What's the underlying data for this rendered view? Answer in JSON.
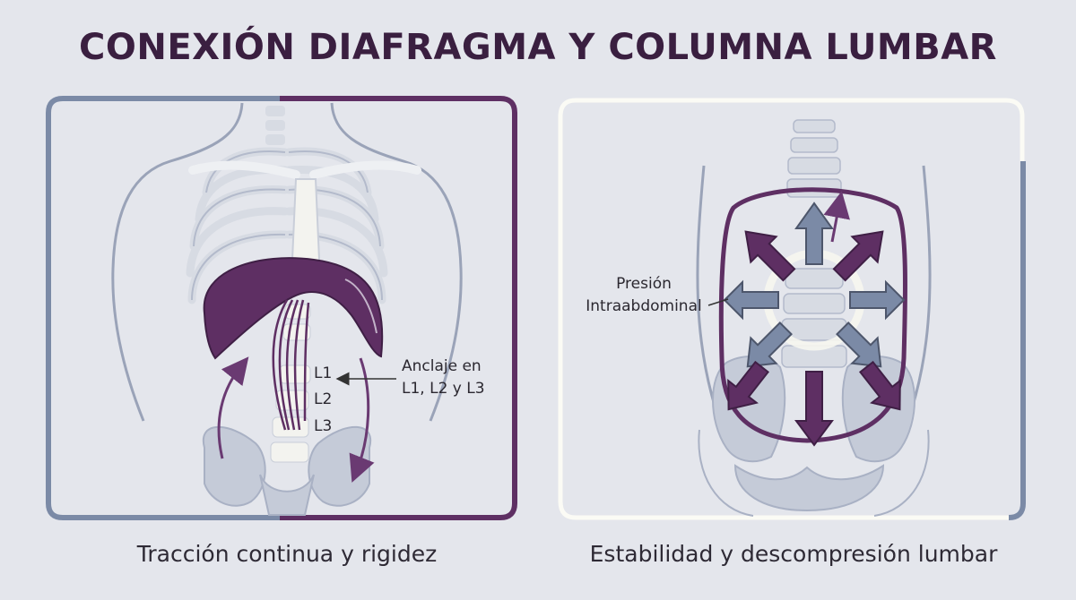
{
  "title": "CONEXIÓN DIAFRAGMA Y COLUMNA LUMBAR",
  "left_panel": {
    "vertebra_labels": [
      "L1",
      "L2",
      "L3"
    ],
    "anchor_label_line1": "Anclaje en",
    "anchor_label_line2": "L1, L2 y L3",
    "caption": "Tracción continua y rigidez"
  },
  "right_panel": {
    "pressure_label_line1": "Presión",
    "pressure_label_line2": "Intraabdominal",
    "caption": "Estabilidad y descompresión lumbar"
  },
  "colors": {
    "accent_purple": "#5e2f63",
    "frame_blue": "#7b8aa6",
    "bone": "#f3f3ef",
    "background": "#e4e6ec"
  }
}
